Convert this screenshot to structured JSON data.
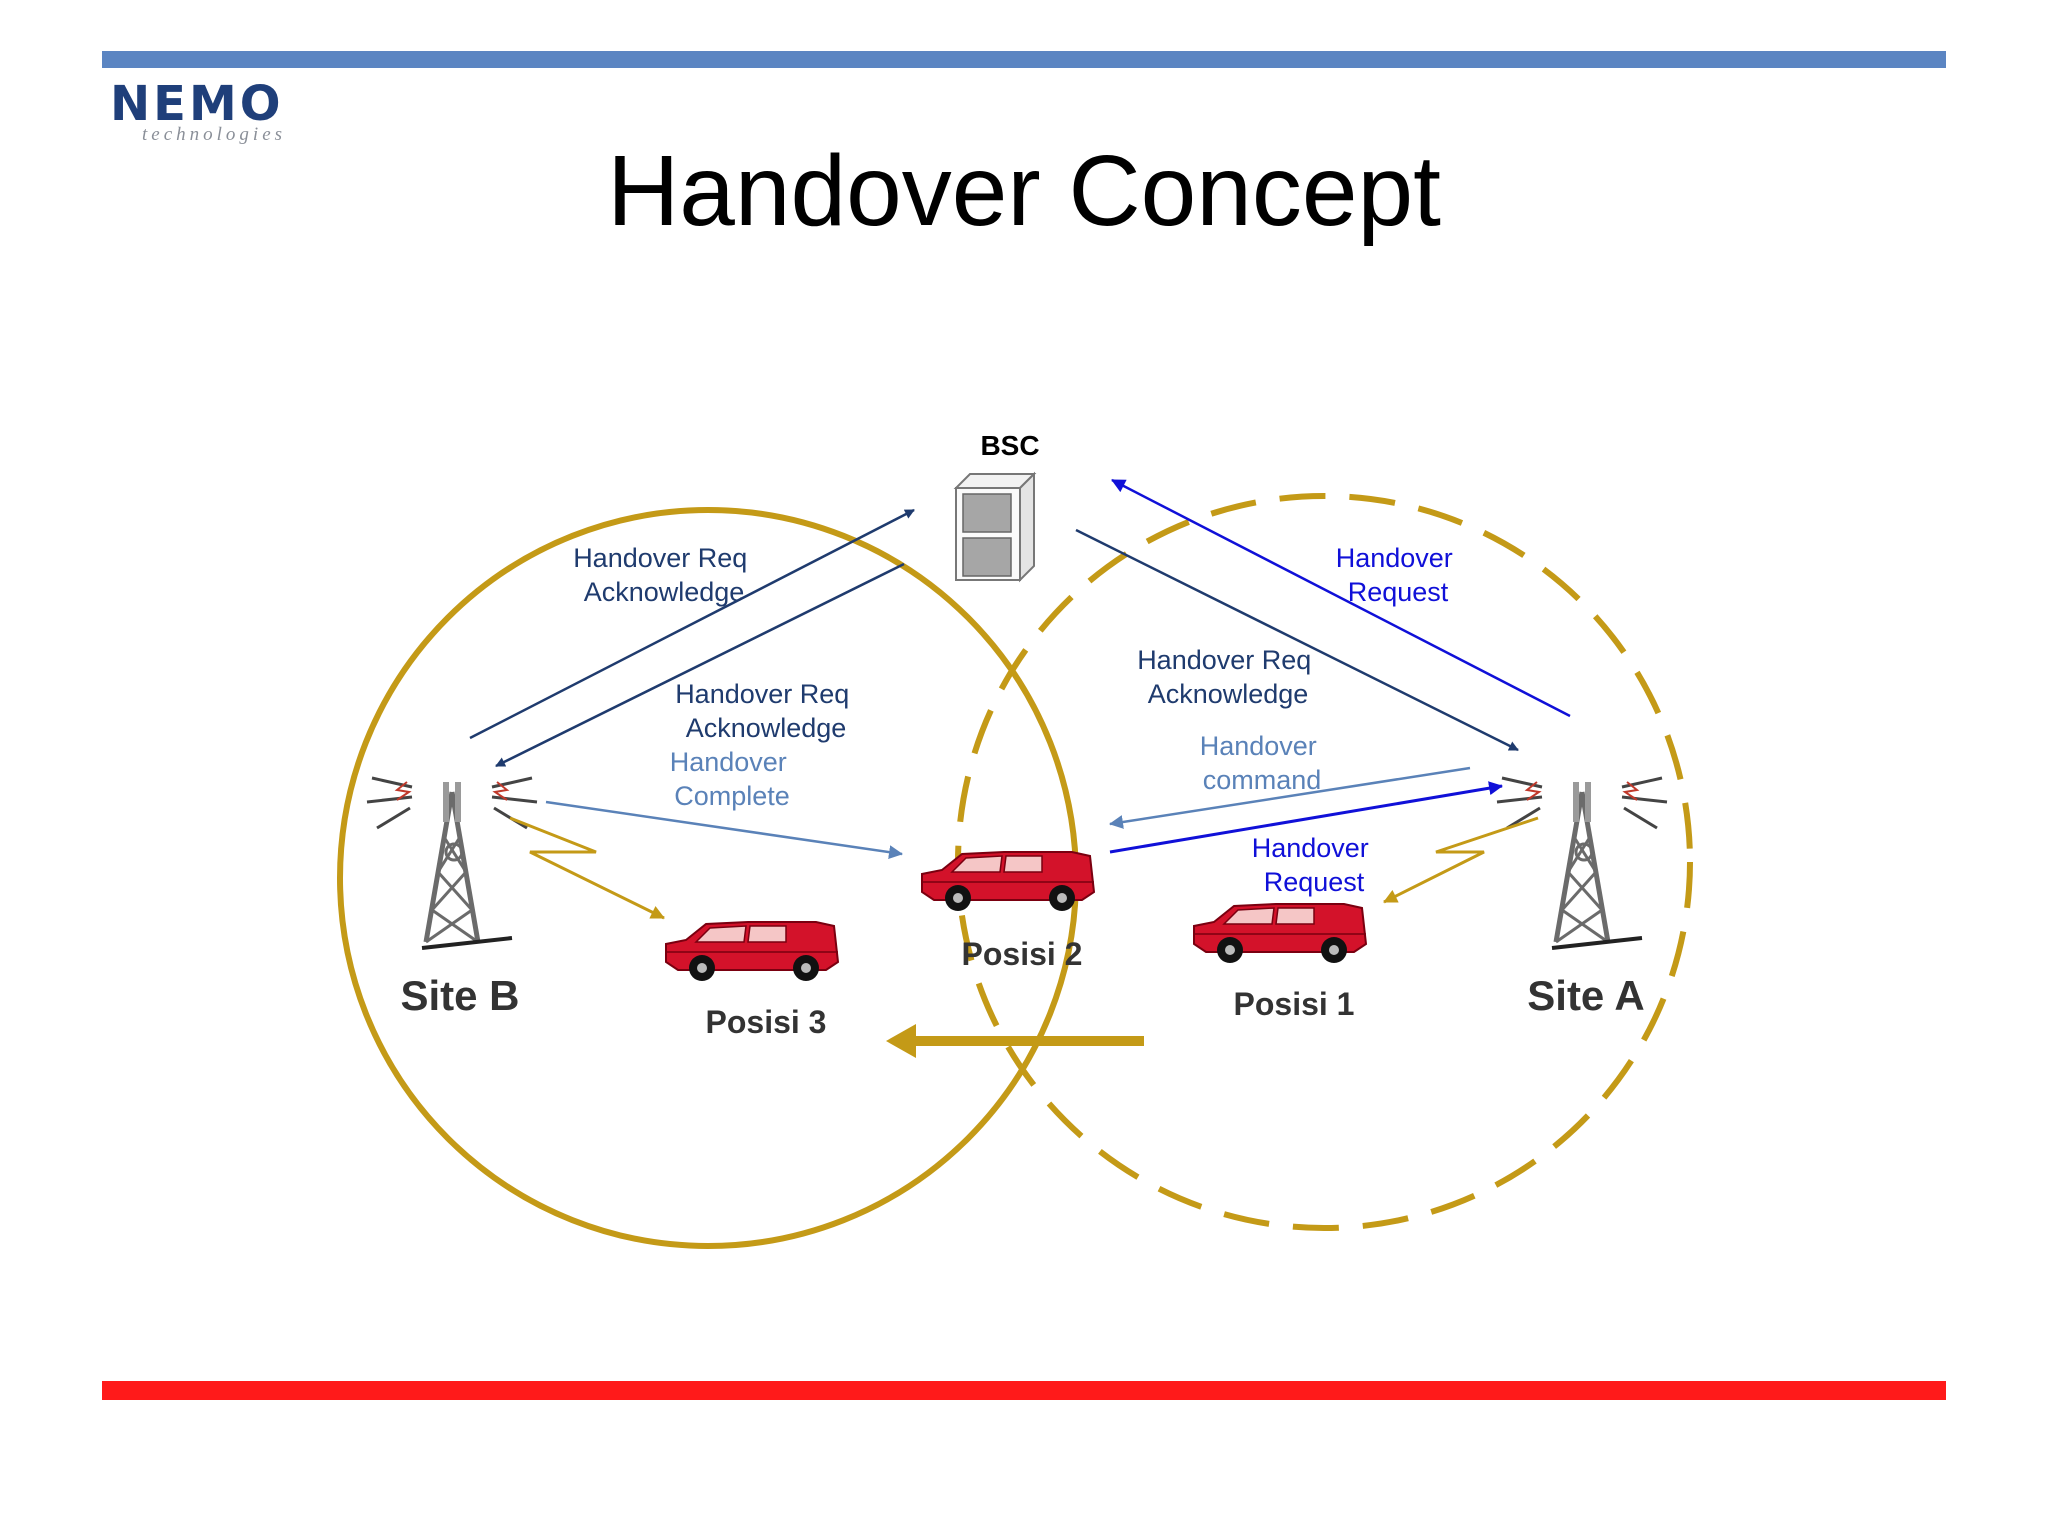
{
  "logo": {
    "name": "NEMO",
    "tagline": "technologies"
  },
  "title": "Handover Concept",
  "bsc": {
    "label": "BSC"
  },
  "sites": {
    "site_b": "Site B",
    "site_a": "Site A"
  },
  "positions": {
    "pos1": "Posisi 1",
    "pos2": "Posisi 2",
    "pos3": "Posisi 3"
  },
  "messages": {
    "req_ack_top": [
      "Handover Req",
      "Acknowledge"
    ],
    "req_ack_mid": [
      "Handover Req",
      "Acknowledge"
    ],
    "complete": [
      "Handover",
      "Complete"
    ],
    "request_top": [
      "Handover",
      "Request"
    ],
    "req_ack_right": [
      "Handover Req",
      "Acknowledge"
    ],
    "command": [
      "Handover",
      "command"
    ],
    "request_mid": [
      "Handover",
      "Request"
    ]
  },
  "colors": {
    "accent_bar": "#5b85c2",
    "footer_bar": "#ff1a1a",
    "cell_circle": "#c49a17",
    "dark_blue": "#1f3b6e",
    "bright_blue": "#1010d8",
    "light_blue": "#5a82b8",
    "car_red": "#d3122a"
  }
}
